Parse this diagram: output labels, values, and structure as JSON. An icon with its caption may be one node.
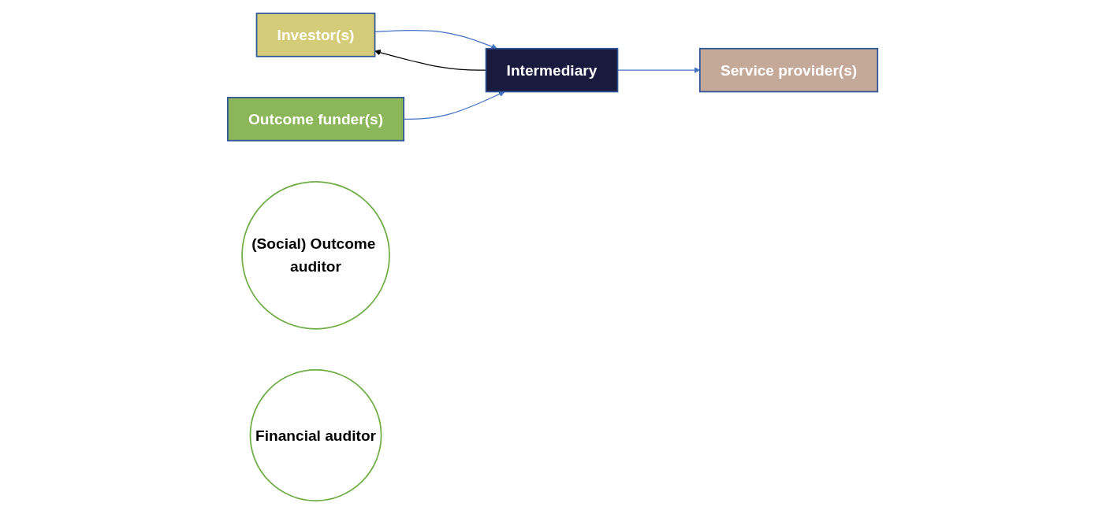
{
  "diagram": {
    "nodes": [
      {
        "text": [
          "Service provider(s)"
        ]
      },
      {
        "text": [
          "Investor(s)"
        ]
      },
      {
        "text": [
          "Intermediary"
        ]
      },
      {
        "text": [
          "Outcome funder(s)"
        ]
      },
      {
        "text": [
          "(Social) Outcome auditor"
        ]
      },
      {
        "text": [
          "Financial auditor"
        ]
      }
    ],
    "edges": [
      {
        "from": 2,
        "to": 0,
        "arrow": "to"
      },
      {
        "from": 1,
        "to": 2,
        "arrow": "to"
      },
      {
        "from": 2,
        "to": 1,
        "arrow": "to",
        "color": "#000000"
      },
      {
        "from": 3,
        "to": 2,
        "arrow": "to"
      }
    ]
  }
}
